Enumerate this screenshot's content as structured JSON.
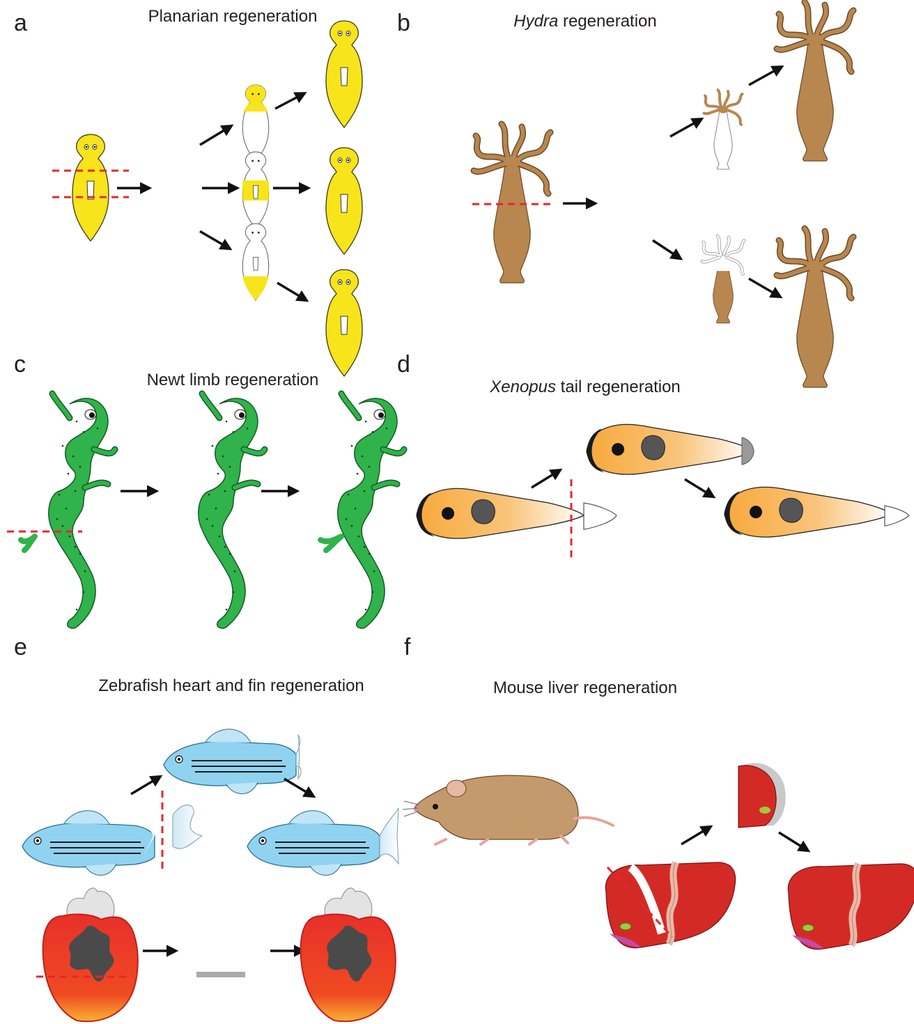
{
  "panels": {
    "a": {
      "letter": "a",
      "title": "Planarian regeneration"
    },
    "b": {
      "letter": "b",
      "title_italic": "Hydra",
      "title_rest": " regeneration"
    },
    "c": {
      "letter": "c",
      "title": "Newt limb regeneration"
    },
    "d": {
      "letter": "d",
      "title_italic": "Xenopus",
      "title_rest": " tail regeneration"
    },
    "e": {
      "letter": "e",
      "title": "Zebrafish heart and fin regeneration"
    },
    "f": {
      "letter": "f",
      "title": "Mouse liver regeneration"
    }
  },
  "colors": {
    "planarian": "#f7e41a",
    "hydra": "#b8864f",
    "newt": "#2fb34a",
    "tadpole": "#f7a93b",
    "fish": "#8fd3f0",
    "heart": "#e8302a",
    "liver": "#d42a26",
    "mouse": "#c49a6c",
    "cut_line": "#e8262b",
    "arrow": "#111111"
  }
}
